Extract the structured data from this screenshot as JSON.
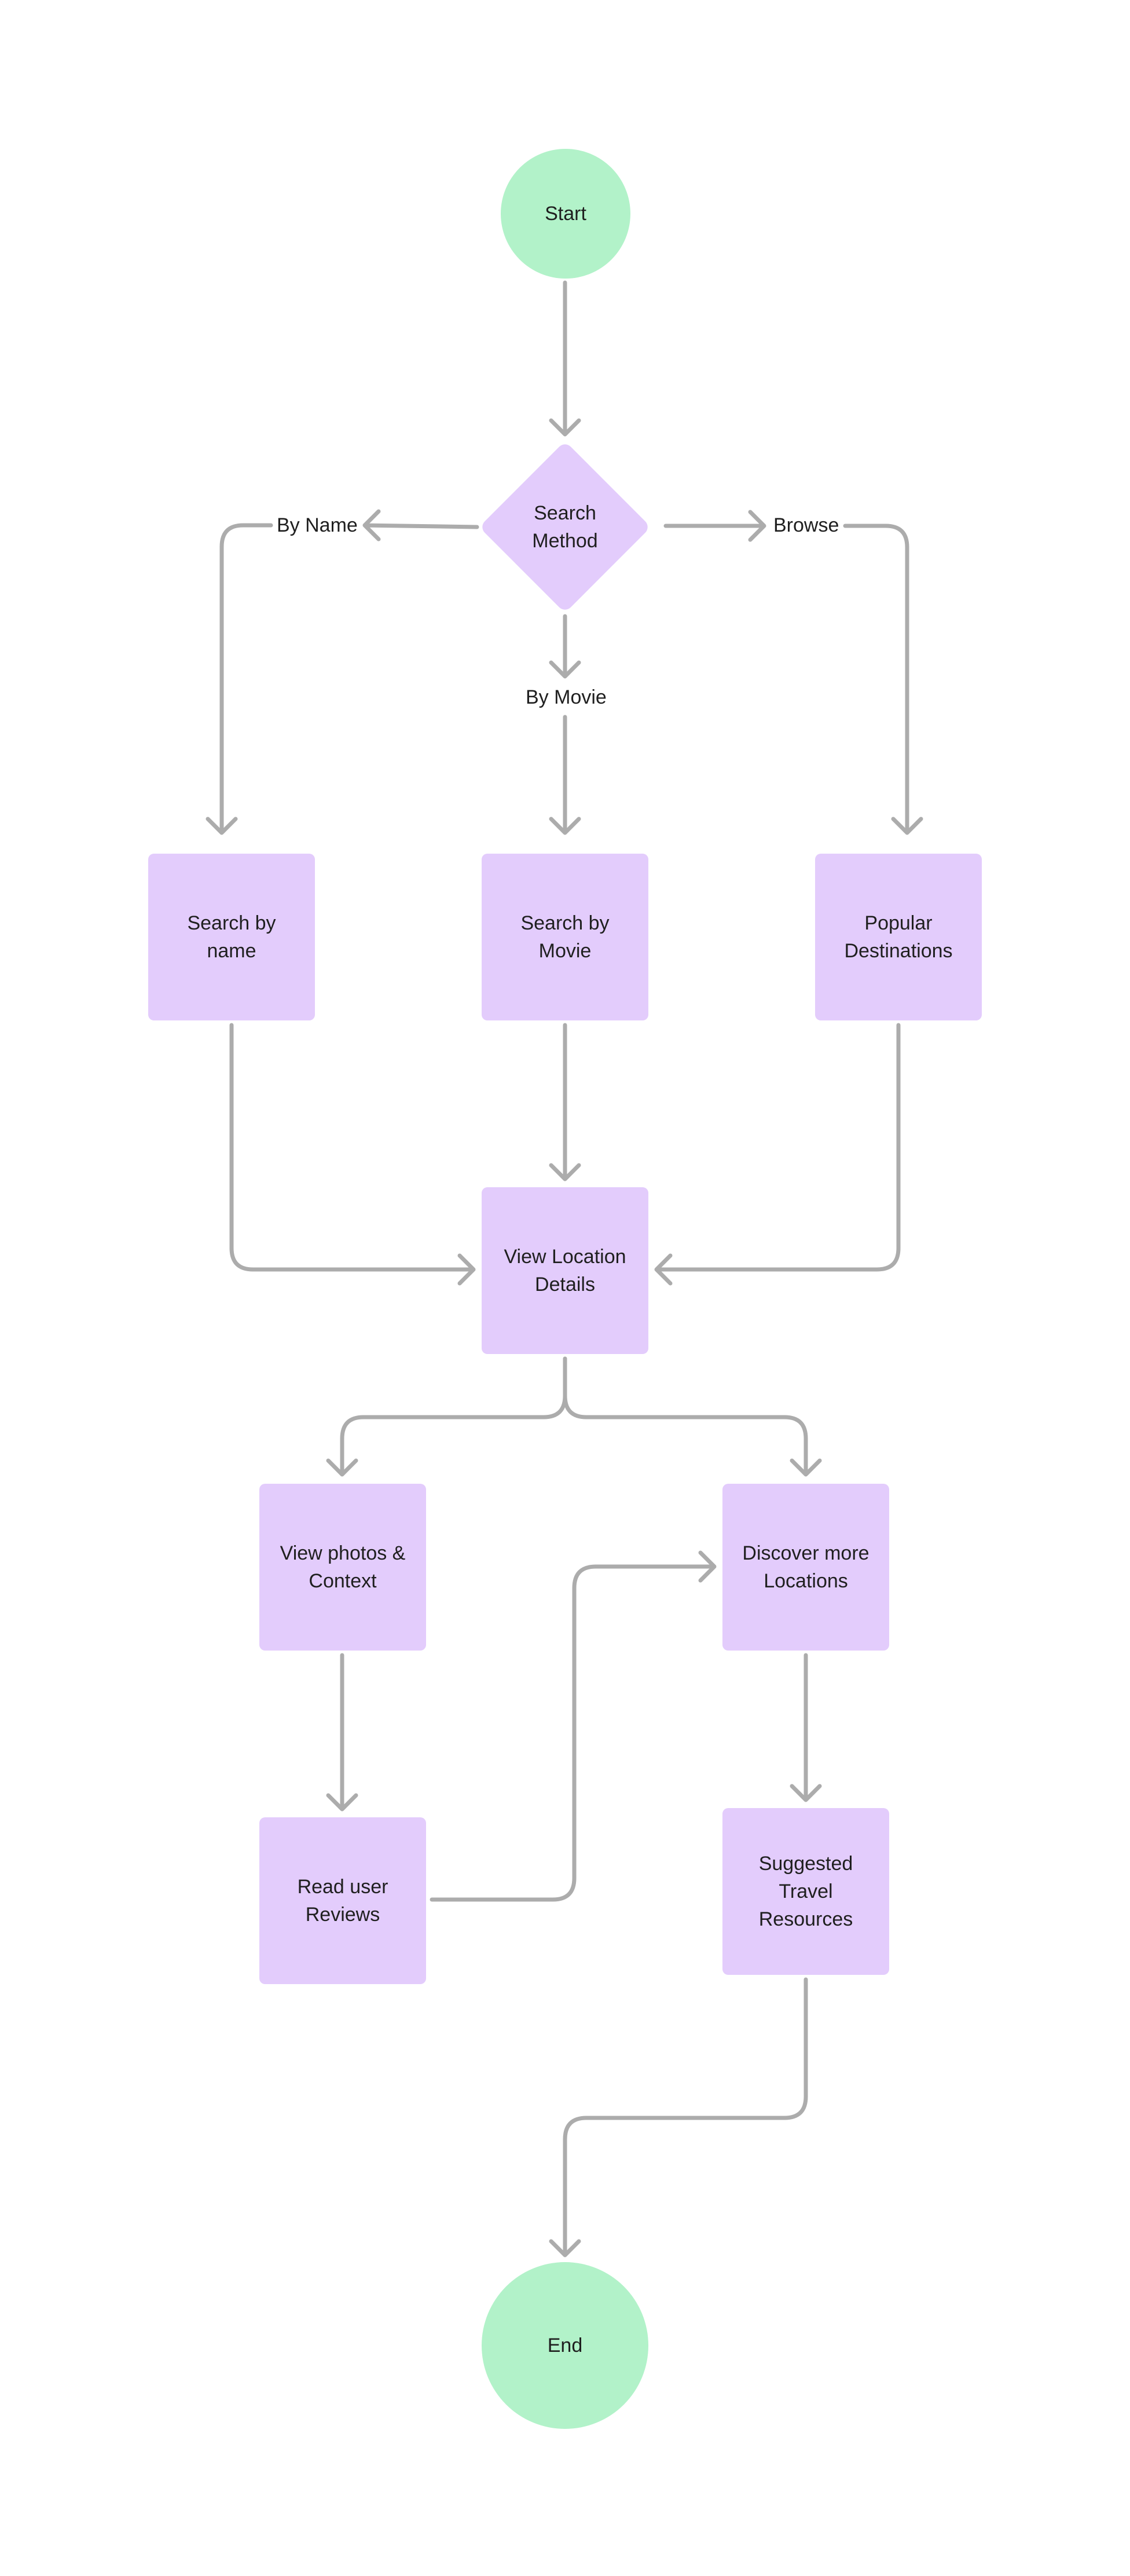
{
  "diagram": {
    "nodes": {
      "start": "Start",
      "search_method": "Search Method",
      "search_by_name": "Search by name",
      "search_by_movie": "Search by Movie",
      "popular_destinations": "Popular Destinations",
      "view_location_details": "View Location Details",
      "view_photos_context": "View photos & Context",
      "discover_more_locations": "Discover more Locations",
      "read_user_reviews": "Read user Reviews",
      "suggested_travel_resources": "Suggested Travel Resources",
      "end": "End"
    },
    "edge_labels": {
      "by_name": "By Name",
      "by_movie": "By Movie",
      "browse": "Browse"
    },
    "colors": {
      "terminal": "#b2f2c9",
      "process": "#e3ccfc",
      "connector": "#acacac"
    },
    "edges": [
      [
        "start",
        "search_method"
      ],
      [
        "search_method",
        "search_by_name",
        "by_name"
      ],
      [
        "search_method",
        "search_by_movie",
        "by_movie"
      ],
      [
        "search_method",
        "popular_destinations",
        "browse"
      ],
      [
        "search_by_name",
        "view_location_details"
      ],
      [
        "search_by_movie",
        "view_location_details"
      ],
      [
        "popular_destinations",
        "view_location_details"
      ],
      [
        "view_location_details",
        "view_photos_context"
      ],
      [
        "view_location_details",
        "discover_more_locations"
      ],
      [
        "view_photos_context",
        "read_user_reviews"
      ],
      [
        "read_user_reviews",
        "discover_more_locations"
      ],
      [
        "discover_more_locations",
        "suggested_travel_resources"
      ],
      [
        "suggested_travel_resources",
        "end"
      ]
    ]
  }
}
